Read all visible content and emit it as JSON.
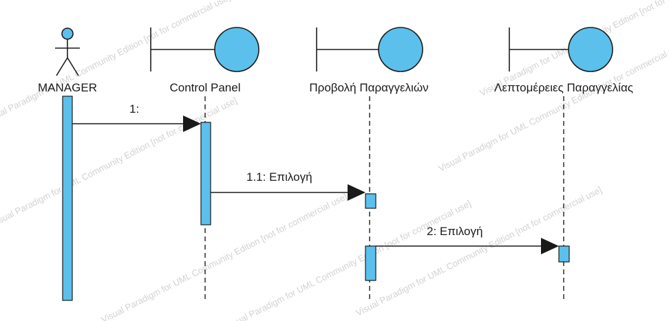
{
  "participants": {
    "manager": {
      "name": "MANAGER",
      "kind": "actor"
    },
    "control_panel": {
      "name": "Control Panel",
      "kind": "boundary"
    },
    "orders_view": {
      "name": "Προβολή Παραγγελιών",
      "kind": "boundary"
    },
    "order_details": {
      "name": "Λεπτομέρειες Παραγγελίας",
      "kind": "boundary"
    }
  },
  "messages": [
    {
      "label": "1:",
      "from": "MANAGER",
      "to": "Control Panel"
    },
    {
      "label": "1.1: Επιλογή",
      "from": "Control Panel",
      "to": "Προβολή Παραγγελιών"
    },
    {
      "label": "2: Επιλογή",
      "from": "Προβολή Παραγγελιών",
      "to": "Λεπτομέρειες Παραγγελίας"
    }
  ],
  "watermark": {
    "text_a": "Visual Paradigm for UML Community Edition [not for commercial use]",
    "text_b": "Visual Paradigm for UML Community Edition [not for commercial use]"
  },
  "colors": {
    "fill": "#5bc0eb",
    "line": "#000000"
  }
}
